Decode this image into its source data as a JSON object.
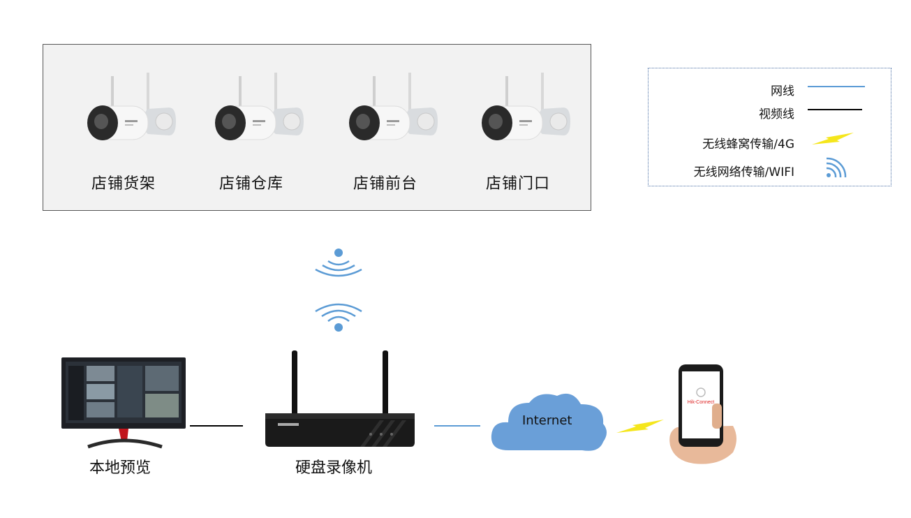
{
  "cameras": [
    {
      "label": "店铺货架"
    },
    {
      "label": "店铺仓库"
    },
    {
      "label": "店铺前台"
    },
    {
      "label": "店铺门口"
    }
  ],
  "legend": {
    "items": [
      {
        "label": "网线",
        "symbol": "blue-line-icon",
        "color": "#5b9bd5"
      },
      {
        "label": "视频线",
        "symbol": "black-line-icon",
        "color": "#000000"
      },
      {
        "label": "无线蜂窝传输/4G",
        "symbol": "lightning-icon",
        "color": "#f5e61c"
      },
      {
        "label": "无线网络传输/WIFI",
        "symbol": "wifi-icon",
        "color": "#5b9bd5"
      }
    ]
  },
  "devices": {
    "monitor": {
      "label": "本地预览"
    },
    "nvr": {
      "label": "硬盘录像机"
    },
    "cloud": {
      "label": "Internet"
    },
    "phone": {
      "screen_text": "Hik-Connect"
    }
  },
  "colors": {
    "accent_blue": "#5b9bd5",
    "cloud_fill": "#6a9fd8",
    "bolt_yellow": "#f5e61c",
    "panel_bg": "#f2f2f2"
  }
}
